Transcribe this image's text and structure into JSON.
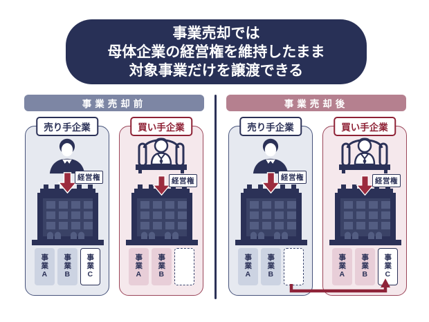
{
  "banner": {
    "lines": [
      "事業売却では",
      "母体企業の経営権を維持したまま",
      "対象事業だけを譲渡できる"
    ]
  },
  "panels": [
    {
      "title": "事業売却前",
      "companies": [
        {
          "label": "売り手企業",
          "authority_label": "経営権",
          "blocks": [
            {
              "label": "事業A",
              "style": "filled"
            },
            {
              "label": "事業B",
              "style": "filled"
            },
            {
              "label": "事業C",
              "style": "highlighted"
            }
          ]
        },
        {
          "label": "買い手企業",
          "authority_label": "経営権",
          "blocks": [
            {
              "label": "事業A",
              "style": "filled"
            },
            {
              "label": "事業B",
              "style": "filled"
            },
            {
              "label": "",
              "style": "dashed-empty"
            }
          ]
        }
      ]
    },
    {
      "title": "事業売却後",
      "companies": [
        {
          "label": "売り手企業",
          "authority_label": "経営権",
          "blocks": [
            {
              "label": "事業A",
              "style": "filled"
            },
            {
              "label": "事業B",
              "style": "filled"
            },
            {
              "label": "",
              "style": "dashed-empty"
            }
          ]
        },
        {
          "label": "買い手企業",
          "authority_label": "経営権",
          "blocks": [
            {
              "label": "事業A",
              "style": "filled"
            },
            {
              "label": "事業B",
              "style": "filled"
            },
            {
              "label": "事業C",
              "style": "highlighted"
            }
          ]
        }
      ]
    }
  ],
  "icons": {
    "seller_person": "businessman-icon",
    "buyer_person": "executive-desk-icon",
    "authority_arrow": "down-arrow-icon",
    "building": "office-building-icon",
    "transfer": "transfer-arrow-icon"
  },
  "colors": {
    "navy": "#2b3157",
    "banner_bg": "#283056",
    "arrow_red": "#9b2b3e",
    "transfer_red": "#8e2338",
    "header_before": "#7d86a4",
    "header_after": "#b5808f",
    "seller_card_bg": "#e6e9f0",
    "buyer_card_bg": "#f5e8ec",
    "block_gray": "#ccd3e2",
    "block_pink": "#e8ced8"
  }
}
